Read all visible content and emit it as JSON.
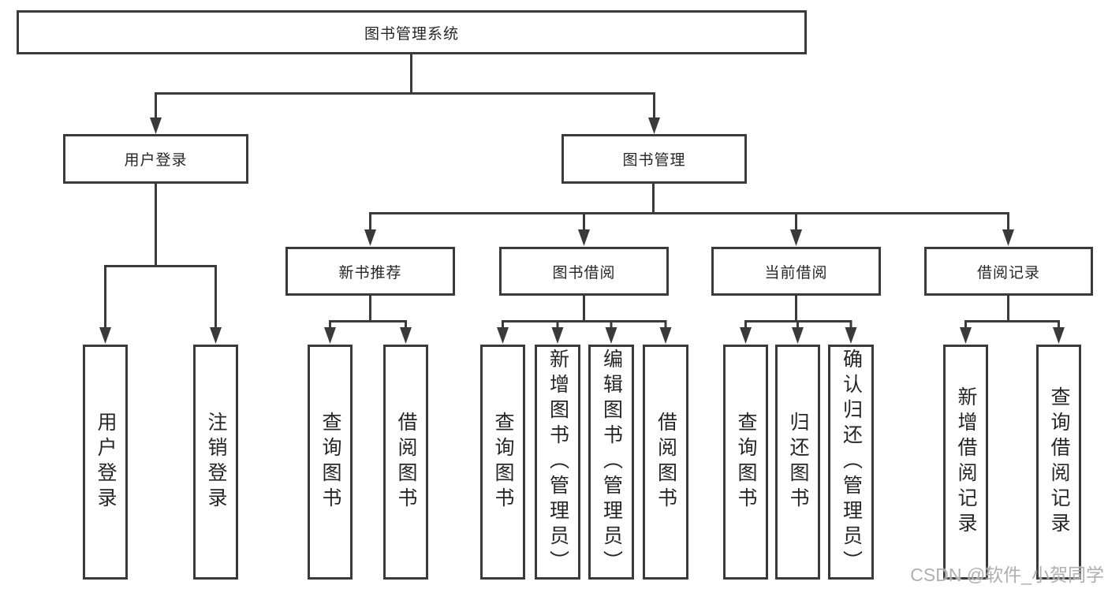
{
  "nodes": {
    "root": "图书管理系统",
    "user_login": "用户登录",
    "book_mgmt": "图书管理",
    "new_book_rec": "新书推荐",
    "book_borrow": "图书借阅",
    "current_borrow": "当前借阅",
    "borrow_records": "借阅记录",
    "ul_user_login": "用户登录",
    "ul_logout": "注销登录",
    "rec_query_book": "查询图书",
    "rec_borrow_book": "借阅图书",
    "bb_query_book": "查询图书",
    "bb_add_book": "新增图书（管理员）",
    "bb_edit_book": "编辑图书（管理员）",
    "bb_borrow_book": "借阅图书",
    "cb_query_book": "查询图书",
    "cb_return_book": "归还图书",
    "cb_confirm_return": "确认归还（管理员）",
    "br_add_record": "新增借阅记录",
    "br_query_record": "查询借阅记录"
  },
  "watermark": "CSDN @软件_小贺同学",
  "colors": {
    "line": "#3a3a3c",
    "text": "#262626",
    "watermark": "#a8a8a8",
    "background": "#ffffff"
  }
}
